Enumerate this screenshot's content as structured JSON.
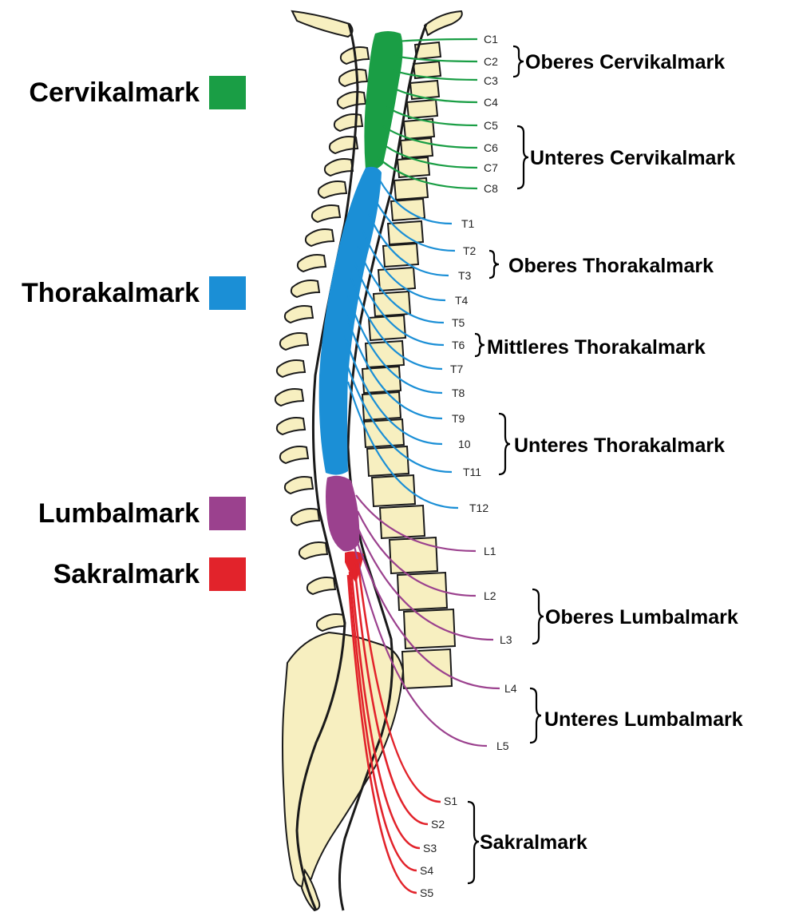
{
  "legend": [
    {
      "label": "Cervikalmark",
      "color": "#1a9e45"
    },
    {
      "label": "Thorakalmark",
      "color": "#1b8fd6"
    },
    {
      "label": "Lumbalmark",
      "color": "#9b418e"
    },
    {
      "label": "Sakralmark",
      "color": "#e2232b"
    }
  ],
  "cord_segments": [
    {
      "name": "cervical-segment",
      "color": "#1a9e45"
    },
    {
      "name": "thoracic-segment",
      "color": "#1b8fd6"
    },
    {
      "name": "lumbar-segment",
      "color": "#9b418e"
    },
    {
      "name": "sacral-segment",
      "color": "#e2232b"
    }
  ],
  "nerves": [
    {
      "label": "C1",
      "region": "cervical"
    },
    {
      "label": "C2",
      "region": "cervical"
    },
    {
      "label": "C3",
      "region": "cervical"
    },
    {
      "label": "C4",
      "region": "cervical"
    },
    {
      "label": "C5",
      "region": "cervical"
    },
    {
      "label": "C6",
      "region": "cervical"
    },
    {
      "label": "C7",
      "region": "cervical"
    },
    {
      "label": "C8",
      "region": "cervical"
    },
    {
      "label": "T1",
      "region": "thoracic"
    },
    {
      "label": "T2",
      "region": "thoracic"
    },
    {
      "label": "T3",
      "region": "thoracic"
    },
    {
      "label": "T4",
      "region": "thoracic"
    },
    {
      "label": "T5",
      "region": "thoracic"
    },
    {
      "label": "T6",
      "region": "thoracic"
    },
    {
      "label": "T7",
      "region": "thoracic"
    },
    {
      "label": "T8",
      "region": "thoracic"
    },
    {
      "label": "T9",
      "region": "thoracic"
    },
    {
      "label": "10",
      "region": "thoracic"
    },
    {
      "label": "T11",
      "region": "thoracic"
    },
    {
      "label": "T12",
      "region": "thoracic"
    },
    {
      "label": "L1",
      "region": "lumbar"
    },
    {
      "label": "L2",
      "region": "lumbar"
    },
    {
      "label": "L3",
      "region": "lumbar"
    },
    {
      "label": "L4",
      "region": "lumbar"
    },
    {
      "label": "L5",
      "region": "lumbar"
    },
    {
      "label": "S1",
      "region": "sacral"
    },
    {
      "label": "S2",
      "region": "sacral"
    },
    {
      "label": "S3",
      "region": "sacral"
    },
    {
      "label": "S4",
      "region": "sacral"
    },
    {
      "label": "S5",
      "region": "sacral"
    }
  ],
  "region_colors": {
    "cervical": "#1a9e45",
    "thoracic": "#1b8fd6",
    "lumbar": "#9b418e",
    "sacral": "#e2232b"
  },
  "groups": [
    {
      "label": "Oberes Cervikalmark"
    },
    {
      "label": "Unteres Cervikalmark"
    },
    {
      "label": "Oberes Thorakalmark"
    },
    {
      "label": "Mittleres Thorakalmark"
    },
    {
      "label": "Unteres Thorakalmark"
    },
    {
      "label": "Oberes Lumbalmark"
    },
    {
      "label": "Unteres Lumbalmark"
    },
    {
      "label": "Sakralmark"
    }
  ]
}
